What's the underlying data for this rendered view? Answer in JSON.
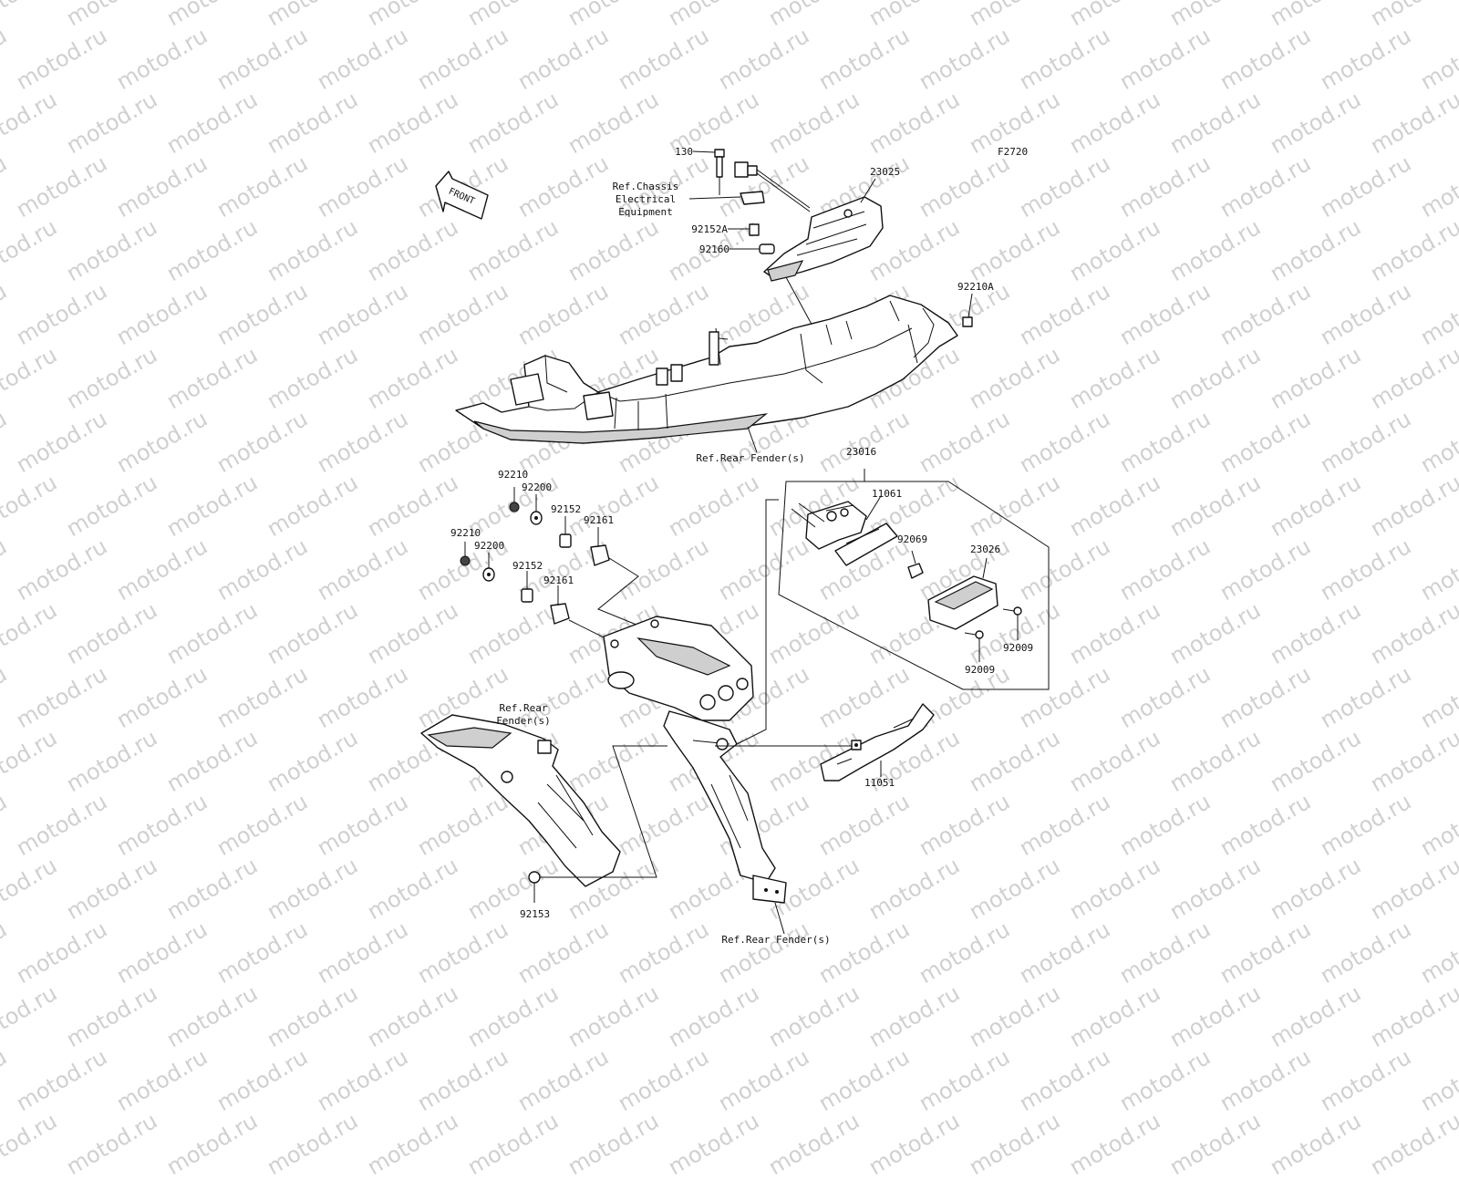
{
  "figure_code": "F2720",
  "watermark": "motod.ru",
  "front_arrow": "FRONT",
  "parts": {
    "p130": "130",
    "p23025": "23025",
    "p92152A": "92152A",
    "p92160": "92160",
    "p92210A": "92210A",
    "p23016": "23016",
    "p11061": "11061",
    "p92069": "92069",
    "p23026": "23026",
    "p92009a": "92009",
    "p92009b": "92009",
    "p11051": "11051",
    "p92210a": "92210",
    "p92200a": "92200",
    "p92152a": "92152",
    "p92161a": "92161",
    "p92210b": "92210",
    "p92200b": "92200",
    "p92152b": "92152",
    "p92161b": "92161",
    "p92153": "92153"
  },
  "refs": {
    "chassis": "Ref.Chassis\nElectrical\nEquipment",
    "rear_fender_top": "Ref.Rear Fender(s)",
    "rear_fender_left": "Ref.Rear\nFender(s)",
    "rear_fender_bottom": "Ref.Rear Fender(s)"
  }
}
